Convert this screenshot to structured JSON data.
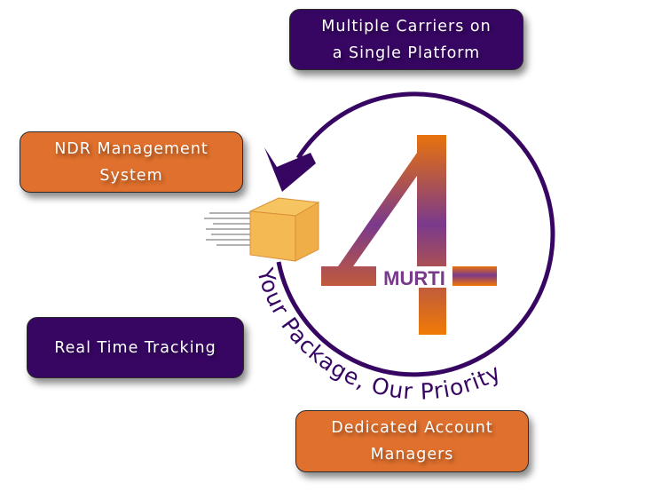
{
  "features": [
    {
      "line1": "Multiple Carriers on",
      "line2": "a Single Platform"
    },
    {
      "line1": "NDR Management",
      "line2": "System"
    },
    {
      "line1": "Real Time Tracking"
    },
    {
      "line1": "Dedicated Account",
      "line2": "Managers"
    }
  ],
  "logo": {
    "numeral": "4",
    "brand": "MURTI"
  },
  "tagline": "Your Package, Our Priority",
  "colors": {
    "purple": "#370663",
    "orange": "#e0702d",
    "box": "#f4b952"
  }
}
